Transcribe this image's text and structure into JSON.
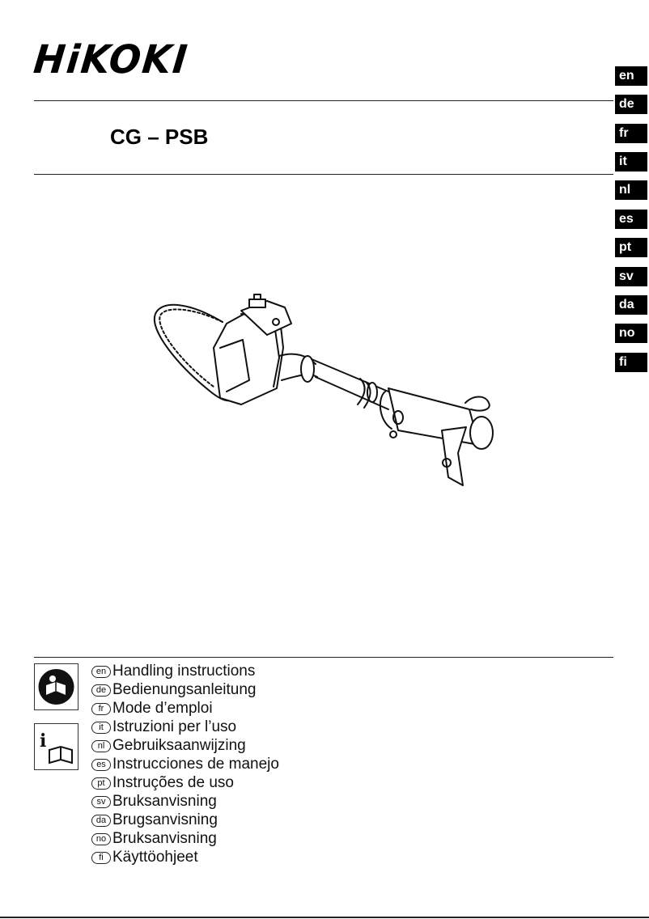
{
  "brand": {
    "name": "HiKOKI"
  },
  "document": {
    "model": "CG – PSB"
  },
  "language_tabs": [
    "en",
    "de",
    "fr",
    "it",
    "nl",
    "es",
    "pt",
    "sv",
    "da",
    "no",
    "fi"
  ],
  "icons": {
    "warning": "read-manual-icon",
    "info": "information-manual-icon"
  },
  "languages": [
    {
      "code": "en",
      "label": "Handling instructions"
    },
    {
      "code": "de",
      "label": "Bedienungsanleitung"
    },
    {
      "code": "fr",
      "label": "Mode d’emploi"
    },
    {
      "code": "it",
      "label": "Istruzioni per l’uso"
    },
    {
      "code": "nl",
      "label": "Gebruiksaanwijzing"
    },
    {
      "code": "es",
      "label": "Instrucciones de manejo"
    },
    {
      "code": "pt",
      "label": "Instruções de uso"
    },
    {
      "code": "sv",
      "label": "Bruksanvisning"
    },
    {
      "code": "da",
      "label": "Brugsanvisning"
    },
    {
      "code": "no",
      "label": "Bruksanvisning"
    },
    {
      "code": "fi",
      "label": "Käyttöohjeet"
    }
  ]
}
